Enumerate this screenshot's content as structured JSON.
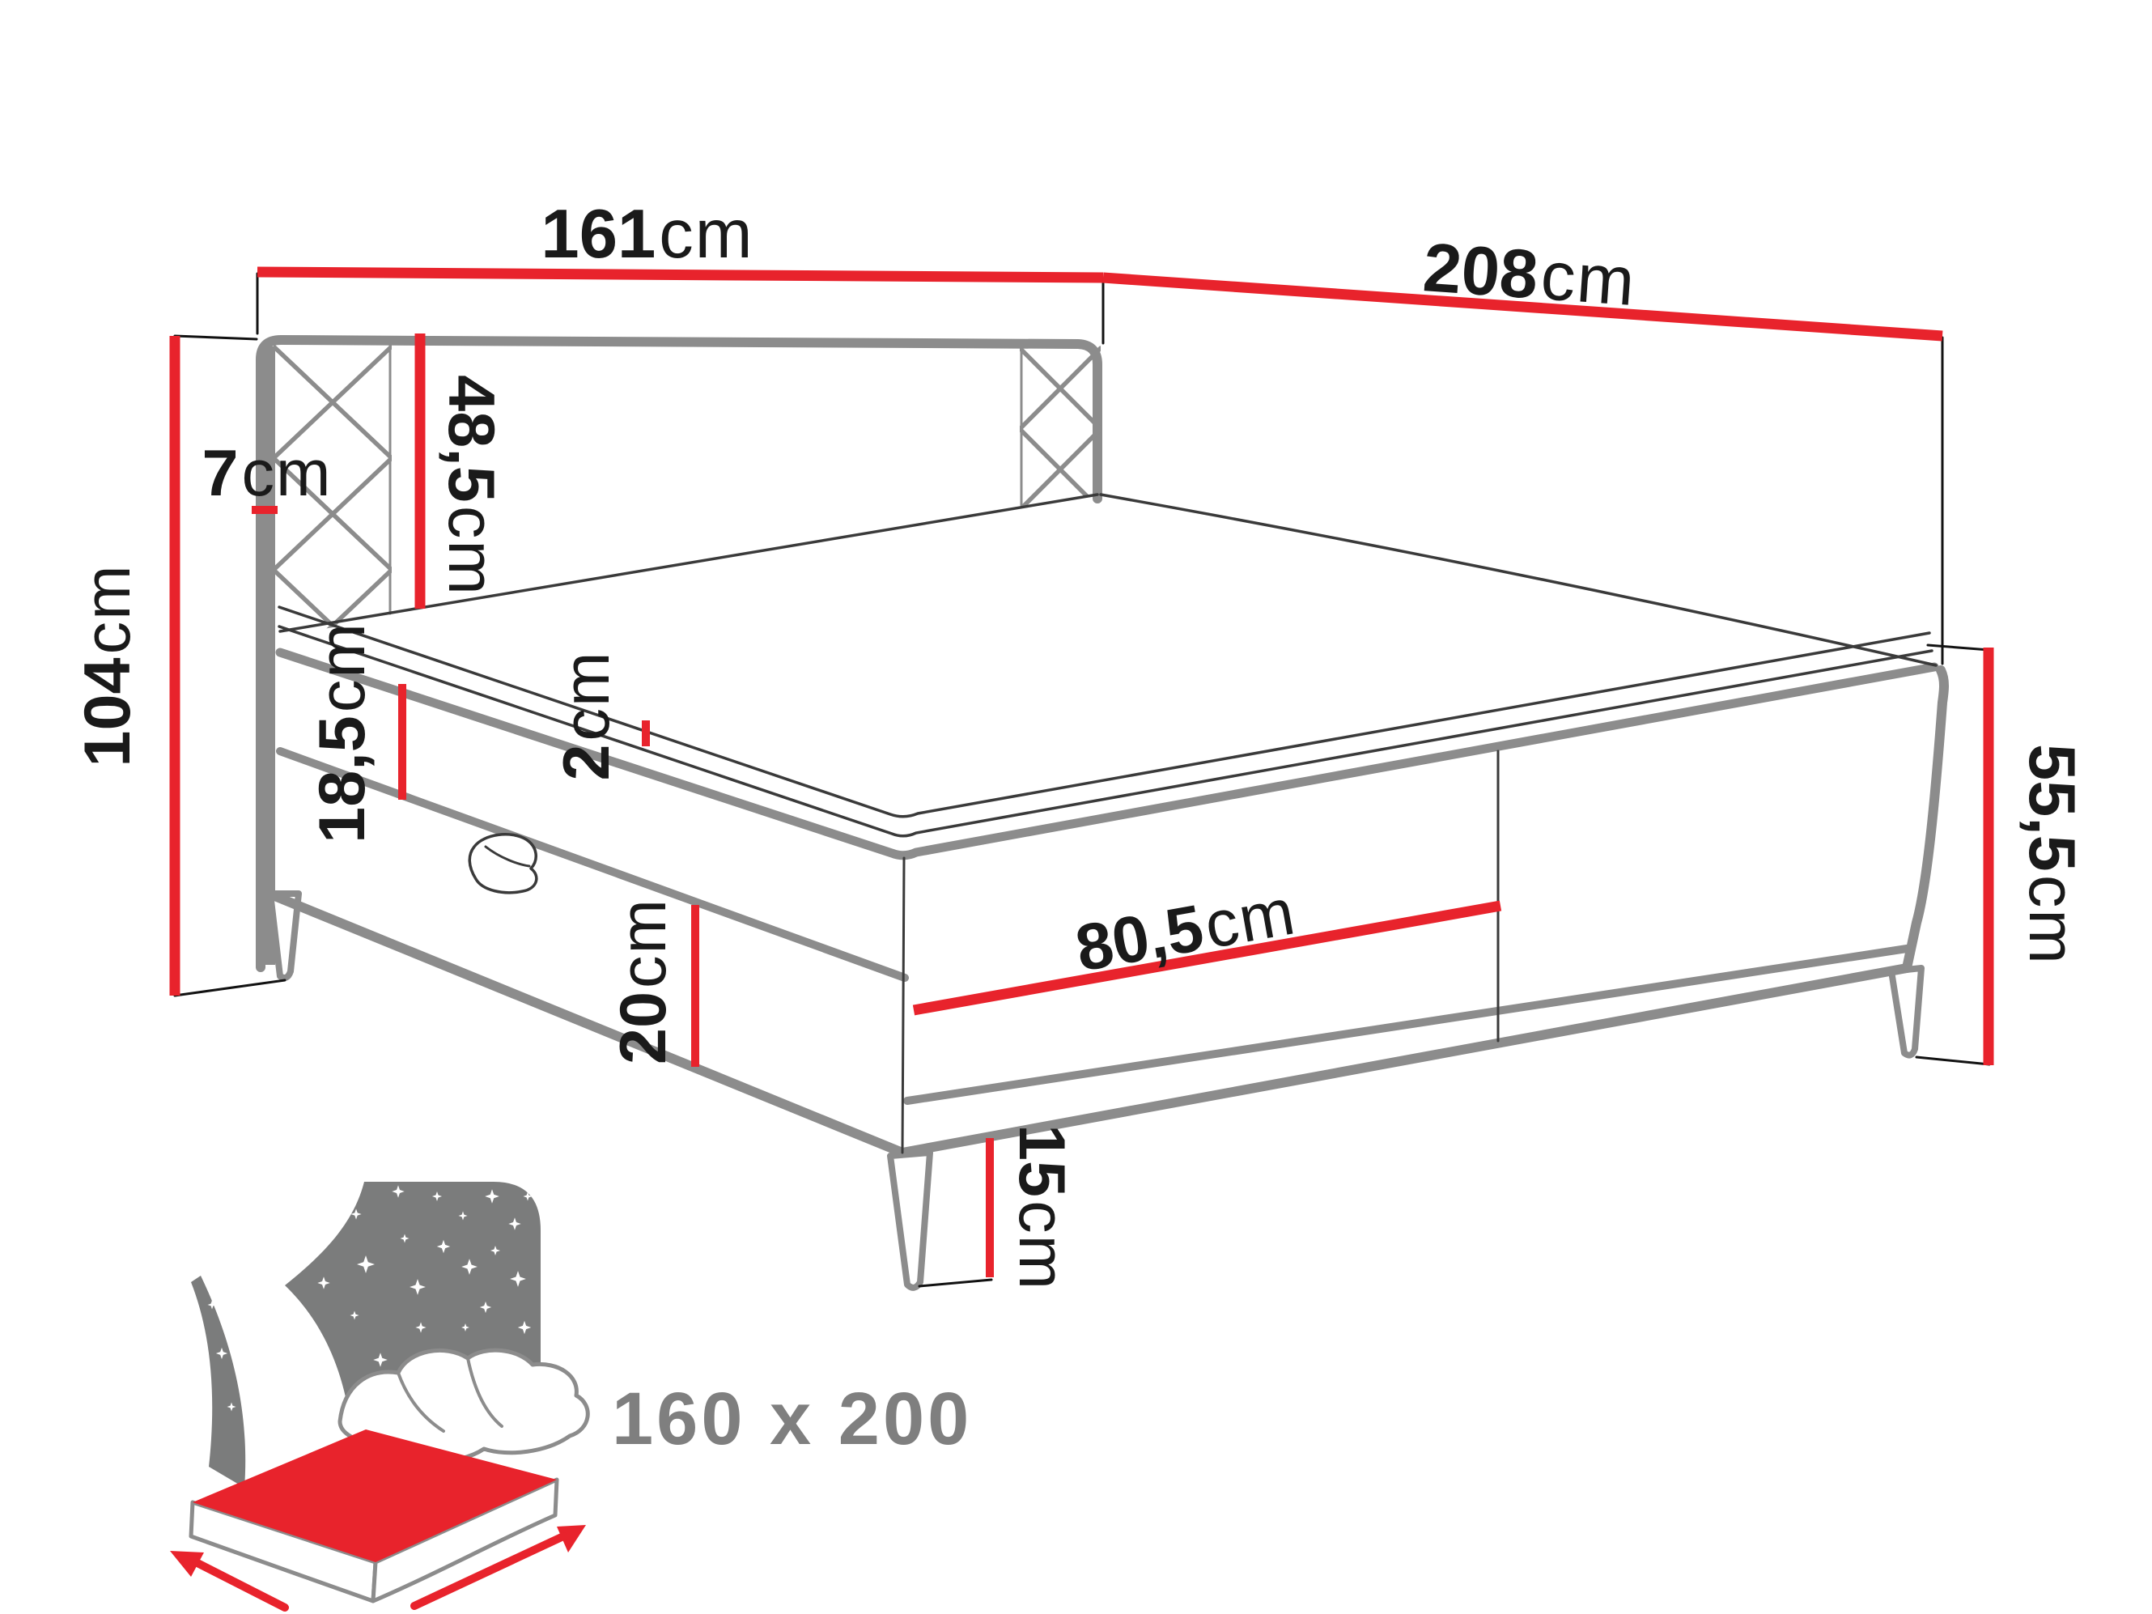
{
  "diagram": {
    "kind": "furniture-dimension-drawing",
    "subject": "boxspring bed technical line drawing with red dimension lines"
  },
  "dims": {
    "w161": {
      "value": "161",
      "unit": "cm"
    },
    "d208": {
      "value": "208",
      "unit": "cm"
    },
    "h104": {
      "value": "104",
      "unit": "cm"
    },
    "t7": {
      "value": "7",
      "unit": "cm"
    },
    "h485": {
      "value": "48,5",
      "unit": "cm"
    },
    "h185": {
      "value": "18,5",
      "unit": "cm"
    },
    "t2": {
      "value": "2",
      "unit": "cm"
    },
    "w805": {
      "value": "80,5",
      "unit": "cm"
    },
    "h20": {
      "value": "20",
      "unit": "cm"
    },
    "h15": {
      "value": "15",
      "unit": "cm"
    },
    "h555": {
      "value": "55,5",
      "unit": "cm"
    }
  },
  "badge": {
    "size": "160 x 200"
  },
  "icon": {
    "name": "bed-with-starry-headboard-icon"
  },
  "colors": {
    "dimension_red": "#e8232c",
    "outline_gray": "#8c8c8c",
    "line_dark": "#3a3a3a",
    "connector_black": "#121212",
    "text_black": "#1a1a1a",
    "icon_gray": "#7b7c7c",
    "size_text_gray": "#7f7f7f"
  }
}
